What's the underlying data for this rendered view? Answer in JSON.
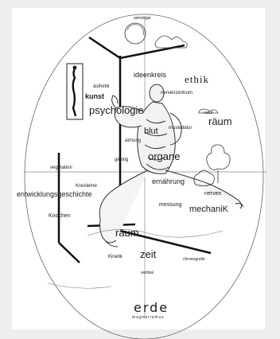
{
  "labels": {
    "astrologie": "astrologie",
    "ideenkreis": "ideenkreis",
    "ethik": "ethik",
    "aesthetik": "ästhetik",
    "kunst": "kunst",
    "nervenzentrum": "nervenzentrum",
    "psychologie": "psychologie",
    "natur": "natur",
    "raum_upper": "räum",
    "muskulatur": "muskulatur",
    "blut": "blut",
    "atmung": "atmung",
    "organe": "organe",
    "geistig": "geistig",
    "vegetation": "vegetation",
    "ernaehrung": "ernährung",
    "kreislehre": "Kreislehre",
    "entwicklungsgeschichte": "entwicklungsgeschichte",
    "nerven": "nerven",
    "messung": "messung",
    "mechanik": "mechaniK",
    "knochen": "Knochen",
    "raum_lower": "räum",
    "kinetik": "Kinetik",
    "zeit": "zeit",
    "chronografie": "chronografie",
    "vertikal": "vertikal",
    "erde": "erde",
    "magnetismus": "magnetismus"
  }
}
